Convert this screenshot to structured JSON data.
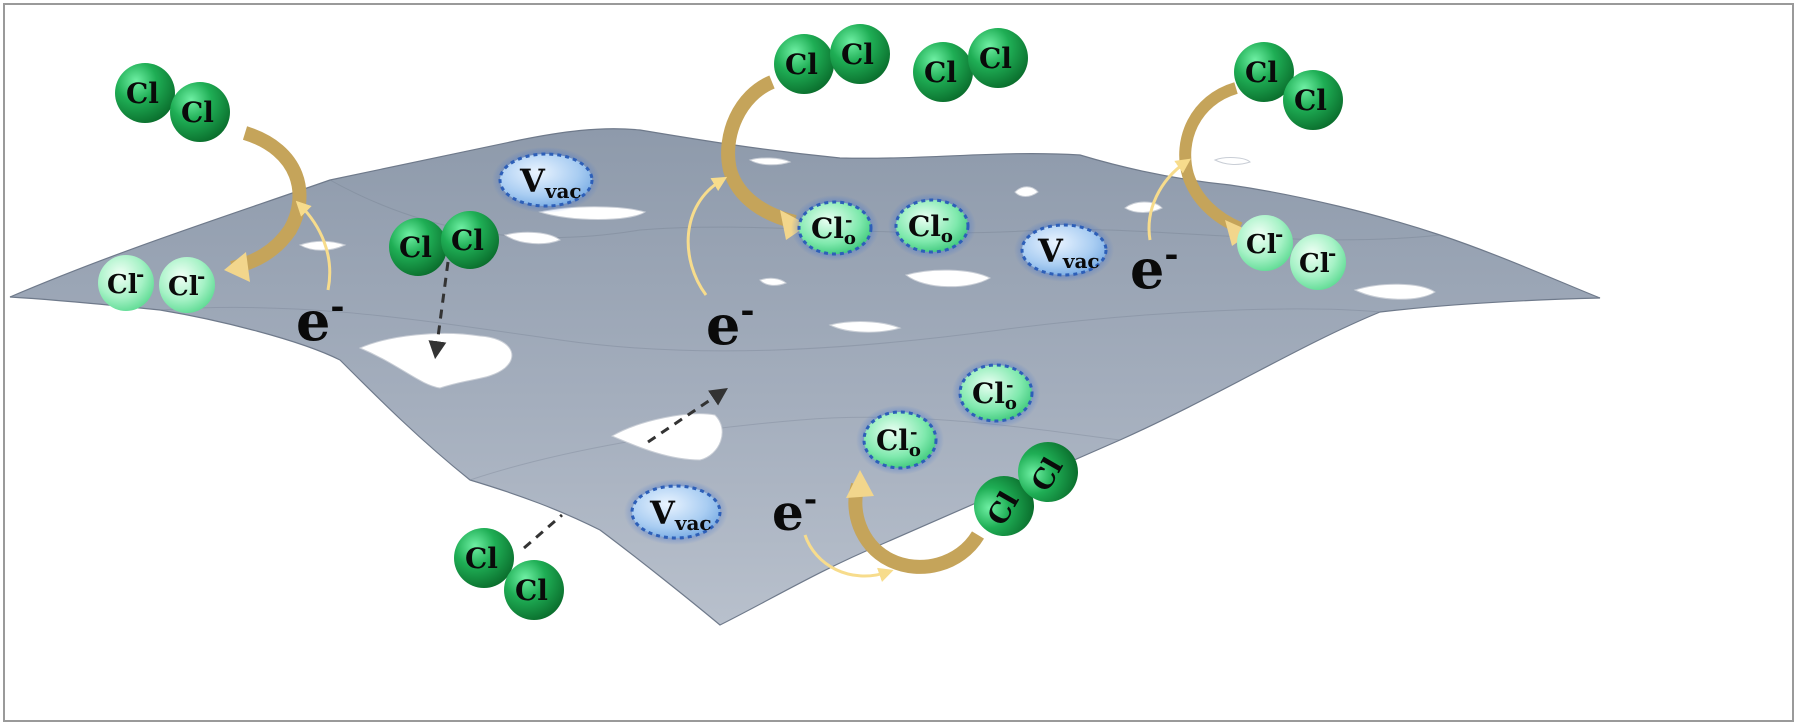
{
  "labels": {
    "cl": "Cl",
    "cl_ion": "Cl",
    "ion_charge": "-",
    "cl_o_sub": "o",
    "v": "V",
    "vac_sub": "vac",
    "electron": "e",
    "electron_charge": "-"
  },
  "colors": {
    "surface": "#98a3b3",
    "surface_dark": "#7c8798",
    "cl_green_dark": "#0c8a3a",
    "cl_green_light": "#5fe39a",
    "ion_green": "#9af0c0",
    "vacancy_blue": "#9fc6ee",
    "vacancy_ring": "#2d5fb8",
    "arrow_gold": "#c8aa5e",
    "arrow_yellow": "#f7dc8c",
    "dashed_arrow": "#333333",
    "frame": "#9a9a9a"
  },
  "icons": [
    "cl2-molecule",
    "cl-ion",
    "adsorbed-cl-o",
    "vacancy",
    "electron",
    "curved-arrow",
    "dashed-arrow"
  ]
}
